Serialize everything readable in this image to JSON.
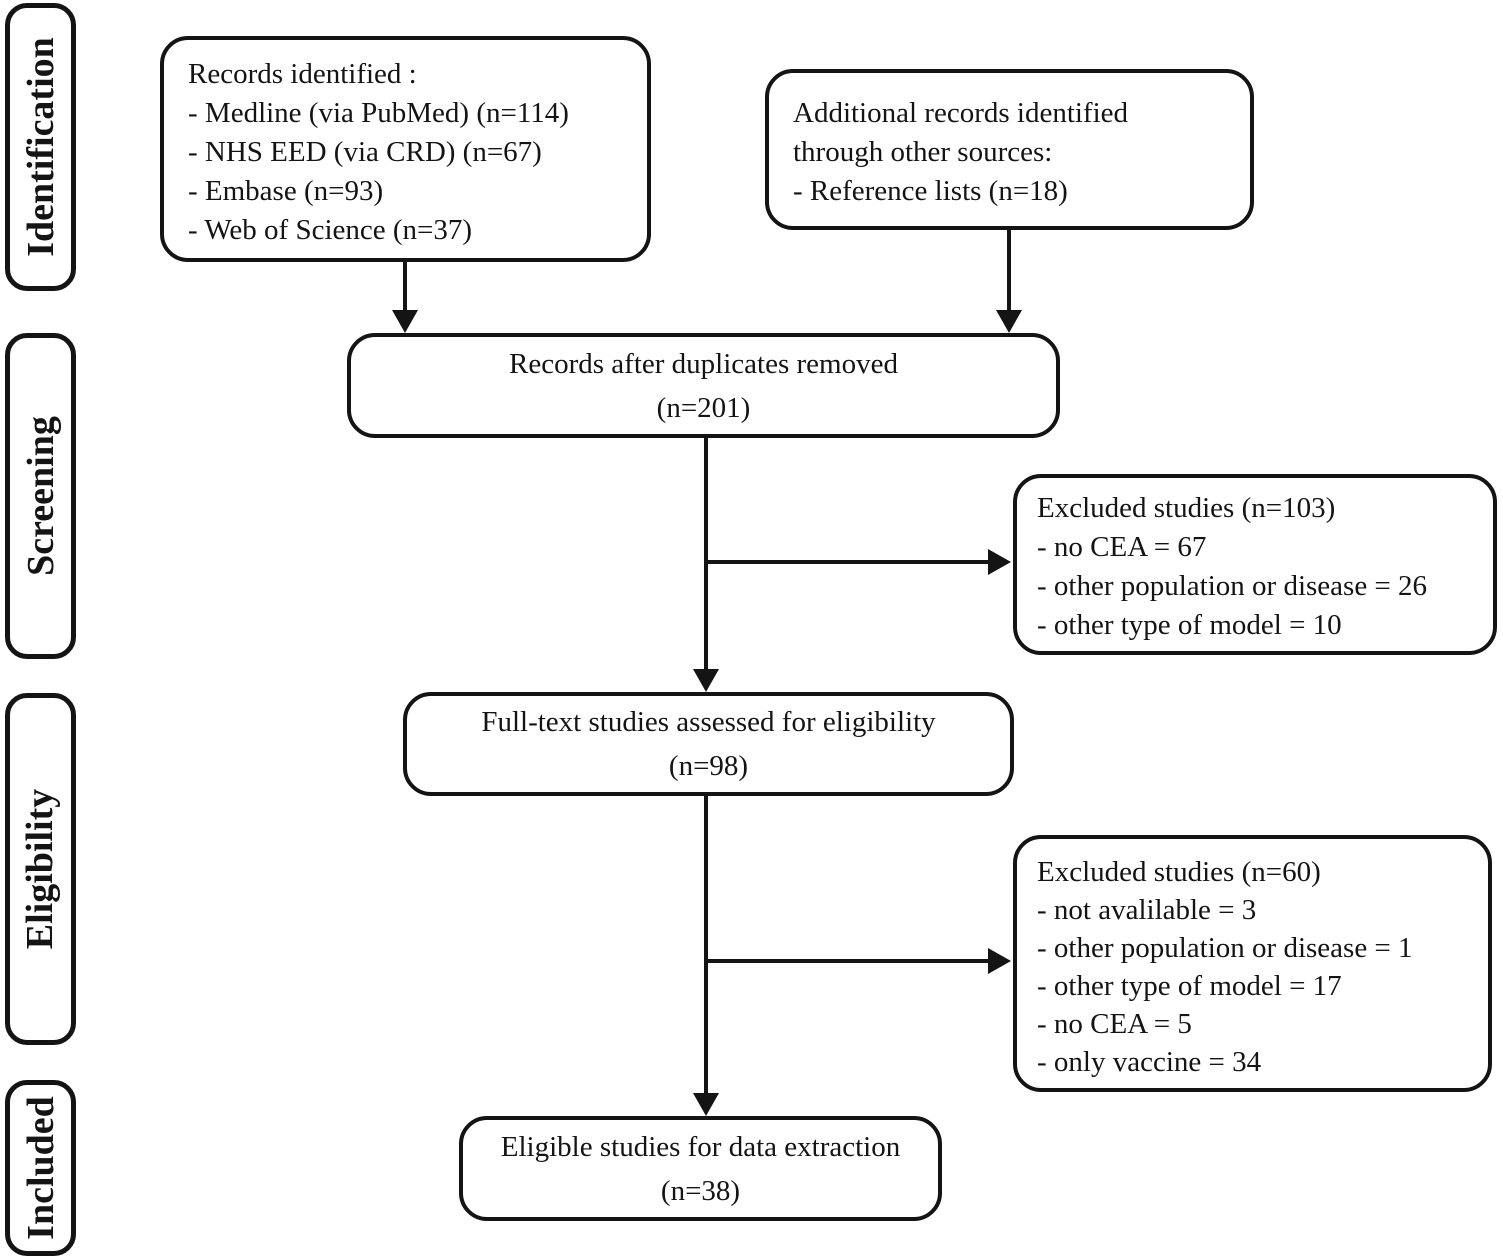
{
  "stages": [
    {
      "label": "Identification"
    },
    {
      "label": "Screening"
    },
    {
      "label": "Eligibility"
    },
    {
      "label": "Included"
    }
  ],
  "boxes": {
    "records_identified": {
      "lines": [
        "Records identified :",
        "- Medline (via PubMed) (n=114)",
        "- NHS EED (via CRD) (n=67)",
        "- Embase (n=93)",
        "- Web of Science (n=37)"
      ]
    },
    "additional_records": {
      "lines": [
        "Additional records identified",
        "through other sources:",
        "- Reference lists (n=18)"
      ]
    },
    "after_duplicates": {
      "lines": [
        "Records after duplicates removed",
        "(n=201)"
      ]
    },
    "excluded_screening": {
      "lines": [
        "Excluded studies (n=103)",
        "- no CEA = 67",
        "- other population or disease = 26",
        "- other type of model = 10"
      ]
    },
    "fulltext_assessed": {
      "lines": [
        "Full-text studies assessed for eligibility",
        "(n=98)"
      ]
    },
    "excluded_eligibility": {
      "lines": [
        "Excluded studies (n=60)",
        "- not avalilable = 3",
        "- other population or disease = 1",
        "- other type of model = 17",
        "- no CEA = 5",
        "- only vaccine = 34"
      ]
    },
    "eligible_extraction": {
      "lines": [
        "Eligible studies for data extraction",
        "(n=38)"
      ]
    }
  },
  "colors": {
    "line": "#141414",
    "text": "#141414",
    "background": "#ffffff"
  }
}
